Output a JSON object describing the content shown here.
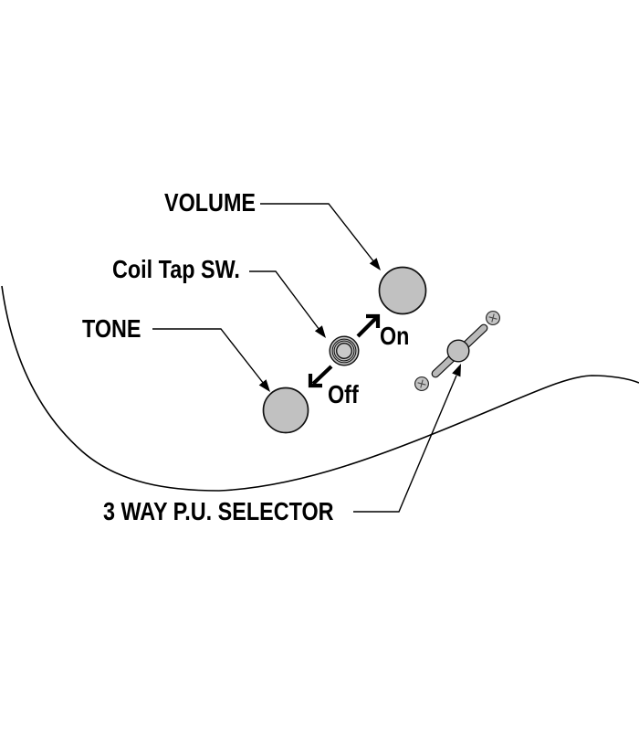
{
  "diagram": {
    "labels": {
      "volume": "VOLUME",
      "coil_tap_sw": "Coil Tap SW.",
      "tone": "TONE",
      "switch_on": "On",
      "switch_off": "Off",
      "selector": "3 WAY P.U. SELECTOR"
    },
    "colors": {
      "background": "#ffffff",
      "line": "#000000",
      "text": "#000000",
      "knob_fill": "#c1c1c1",
      "knob_inner_fill": "#c9c9c9",
      "lever_fill": "#b9b9b9",
      "screw_fill": "#c4c4c4"
    }
  }
}
